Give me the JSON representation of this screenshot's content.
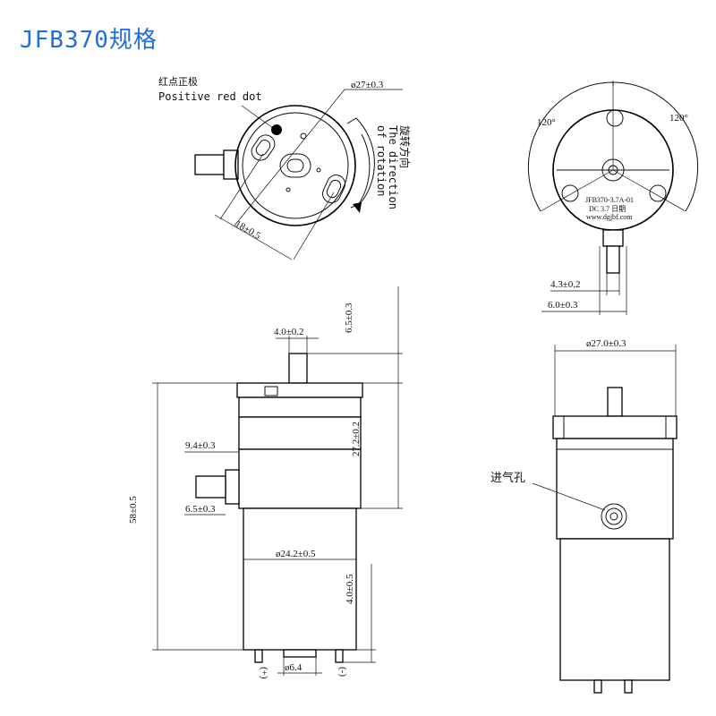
{
  "title": "JFB370规格",
  "labels": {
    "positive_cn": "红点正极",
    "positive_en": "Positive red dot",
    "rotation_cn": "旋转方向",
    "rotation_en1": "The direction",
    "rotation_en2": "of rotation",
    "inlet_cn": "进气孔",
    "angle_left": "120°",
    "angle_right": "120°",
    "plate_line1": "JFB370-3.7A-01",
    "plate_line2": "DC 3.7 日期",
    "plate_line3": "www.dgjbf.com",
    "plus": "(+)",
    "minus": "(-)"
  },
  "dimensions": {
    "top_dia": "ø27±0.3",
    "top_pitch": "18±0.5",
    "rv_4_3": "4.3±0.2",
    "rv_6_0": "6.0±0.3",
    "front_outlet_w": "4.0±0.2",
    "front_outlet_h": "6.5±0.3",
    "front_head_h": "27.2±0.2",
    "front_total_h": "58±0.5",
    "front_inlet_len": "9.4±0.3",
    "front_inlet_dia": "6.5±0.3",
    "front_motor_dia": "ø24.2±0.5",
    "front_terminal_h": "4.0±0.5",
    "front_boss_dia": "ø6.4",
    "side_dia": "ø27.0±0.3"
  }
}
